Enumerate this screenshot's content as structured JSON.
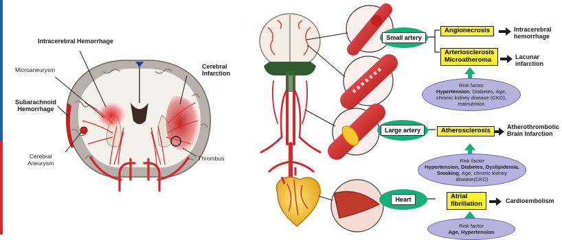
{
  "left_panel": {
    "intracerebral_label": "Intracerebral Hemorrhage",
    "microaneurysm_label": "Microaneurysm",
    "subarachnoid_label": [
      "Subarachnoid",
      "Hemorrhage"
    ],
    "cerebral_infarction_label": [
      "Cerebral",
      "Infarction"
    ],
    "cerebral_aneurysm_label": [
      "Cerebral",
      "Aneurysm"
    ],
    "thrombus_label": "Thrombus"
  },
  "right_panel": {
    "small_artery": {
      "label": "Small artery",
      "box1": "Angionecrosis",
      "outcome1": [
        "Intracerebral",
        "hemorrhage"
      ],
      "box2": [
        "Arteriosclerosis",
        "Microatheroma"
      ],
      "outcome2": [
        "Lacunar",
        "infarction"
      ],
      "risk_title": "Risk factor",
      "risk_bold": "Hypertension",
      "risk_line1_rest": ", Diabetes, Age,",
      "risk_line2": "chronic kidney disease (CKD),",
      "risk_line3": "malnutrition"
    },
    "large_artery": {
      "label": "Large artery",
      "box": "Atherosclerosis",
      "outcome": [
        "Atherothrombotic",
        "Brain Infarction"
      ],
      "risk_title": "Risk factor",
      "risk_line1_bold": "Hypertension, Diabetes, Dyslipidemia,",
      "risk_line2_bold": "Smoking",
      "risk_line2_rest": ", Age, chronic kidney",
      "risk_line3": "disease(CKD)"
    },
    "heart": {
      "label": "Heart",
      "box": [
        "Atrial",
        "fibrillation"
      ],
      "outcome": "Cardioembolism",
      "risk_title": "Risk factor",
      "risk_bold": "Age, Hypertension"
    }
  },
  "colors": {
    "artery_red": "#d8262c",
    "teal": "#12b07b",
    "highlight_yellow": "#fbf22f",
    "risk_lavender": "#b7b2de",
    "cortex_gray": "#b8b0aa",
    "edge_blue": "#1f5fa8",
    "edge_red": "#d8262c"
  }
}
